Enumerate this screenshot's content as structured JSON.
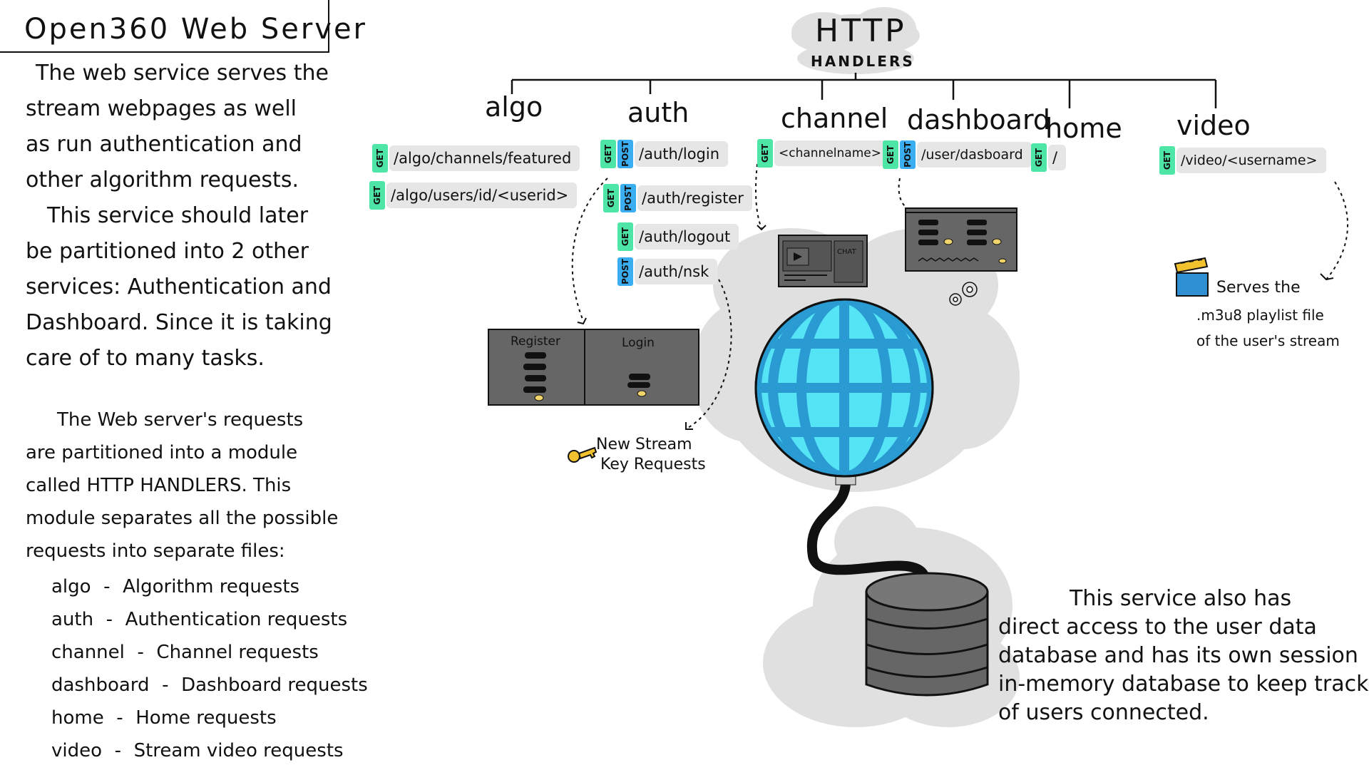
{
  "title": "Open360 Web Server",
  "description": {
    "p1": [
      "The web service serves the",
      "stream webpages as well",
      "as run authentication and",
      "other algorithm requests.",
      "This service should later",
      "be partitioned into 2 other",
      "services: Authentication and",
      "Dashboard. Since it is taking",
      "care of to many tasks."
    ],
    "p2": [
      "The Web server's requests",
      "are partitioned into a module",
      "called HTTP HANDLERS. This",
      "module separates all the possible",
      "requests into separate files:"
    ],
    "modules": [
      {
        "name": "algo",
        "desc": "Algorithm requests"
      },
      {
        "name": "auth",
        "desc": "Authentication requests"
      },
      {
        "name": "channel",
        "desc": "Channel requests"
      },
      {
        "name": "dashboard",
        "desc": "Dashboard requests"
      },
      {
        "name": "home",
        "desc": "Home requests"
      },
      {
        "name": "video",
        "desc": "Stream video requests"
      }
    ],
    "dash": "-"
  },
  "diagram": {
    "root": "HTTP",
    "root_sub": "HANDLERS",
    "categories": [
      "algo",
      "auth",
      "channel",
      "dashboard",
      "home",
      "video"
    ],
    "endpoints": {
      "algo": [
        {
          "methods": [
            "GET"
          ],
          "path": "/algo/channels/featured"
        },
        {
          "methods": [
            "GET"
          ],
          "path": "/algo/users/id/<userid>"
        }
      ],
      "auth": [
        {
          "methods": [
            "GET",
            "POST"
          ],
          "path": "/auth/login"
        },
        {
          "methods": [
            "GET",
            "POST"
          ],
          "path": "/auth/register"
        },
        {
          "methods": [
            "GET"
          ],
          "path": "/auth/logout"
        },
        {
          "methods": [
            "POST"
          ],
          "path": "/auth/nsk"
        }
      ],
      "channel": [
        {
          "methods": [
            "GET"
          ],
          "path": "<channelname>"
        }
      ],
      "dashboard": [
        {
          "methods": [
            "GET",
            "POST"
          ],
          "path": "/user/dasboard"
        }
      ],
      "home": [
        {
          "methods": [
            "GET"
          ],
          "path": "/"
        }
      ],
      "video": [
        {
          "methods": [
            "GET"
          ],
          "path": "/video/<username>"
        }
      ]
    },
    "auth_panel": {
      "register": "Register",
      "login": "Login"
    },
    "chat_label": "CHAT",
    "nsk_note": [
      "New Stream",
      "Key Requests"
    ],
    "video_note": [
      "Serves the",
      ".m3u8 playlist file",
      "of the user's stream"
    ],
    "db_note": [
      "This service also has",
      "direct access to the user data",
      "database and has its own session",
      "in-memory database to keep track",
      "of users connected."
    ],
    "colors": {
      "get": "#4ee6a6",
      "post": "#3aaef0",
      "globe": "#55e4f5",
      "globe_frame": "#2a9bd2",
      "panel": "#666666",
      "database": "#666666",
      "cloud": "#e0e0e0"
    },
    "icons": [
      "key-icon",
      "clapperboard-icon",
      "gear-icon",
      "play-icon",
      "globe-icon",
      "database-icon",
      "cable-icon"
    ]
  }
}
